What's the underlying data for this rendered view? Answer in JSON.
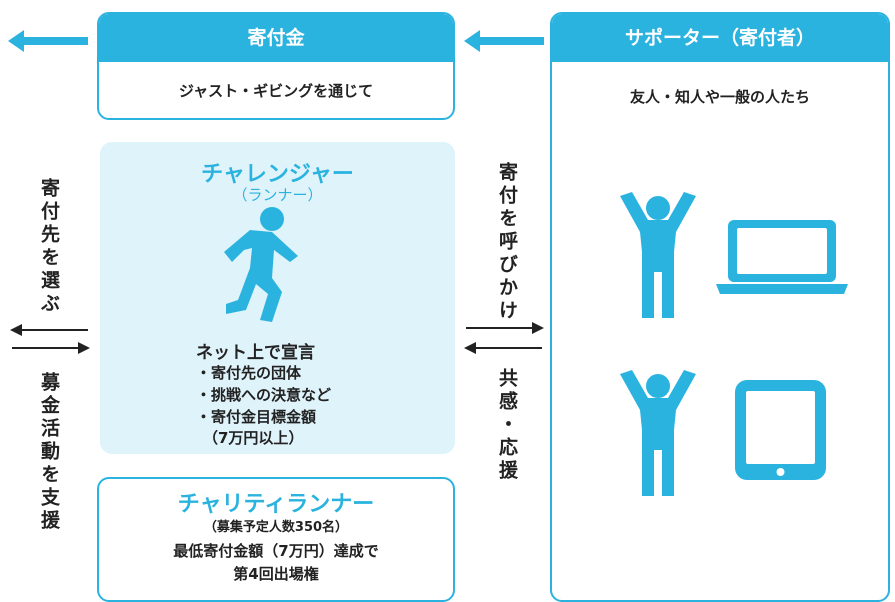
{
  "donation": {
    "title": "寄付金",
    "subtitle": "ジャスト・ギビングを通じて"
  },
  "supporter": {
    "title": "サポーター（寄付者）",
    "subtitle": "友人・知人や一般の人たち"
  },
  "challenger": {
    "title": "チャレンジャー",
    "subtitle": "（ランナー）",
    "declaration": "ネット上で宣言",
    "items": [
      "・寄付先の団体",
      "・挑戦への決意など",
      "・寄付金目標金額",
      "（7万円以上）"
    ]
  },
  "charity_runner": {
    "title": "チャリティランナー",
    "recruit": "（募集予定人数350名）",
    "line1": "最低寄付金額（7万円）達成で",
    "line2": "第4回出場権"
  },
  "left_labels": {
    "top": "寄付先を選ぶ",
    "bottom": "募金活動を支援"
  },
  "mid_labels": {
    "top": "寄付を呼びかけ",
    "bottom": "共感・応援"
  },
  "icons": [
    "arrow-left-icon",
    "runner-icon",
    "person-icon",
    "laptop-icon",
    "tablet-icon"
  ],
  "colors": {
    "accent": "#2bb3e0",
    "light_panel": "#dff3fb"
  }
}
